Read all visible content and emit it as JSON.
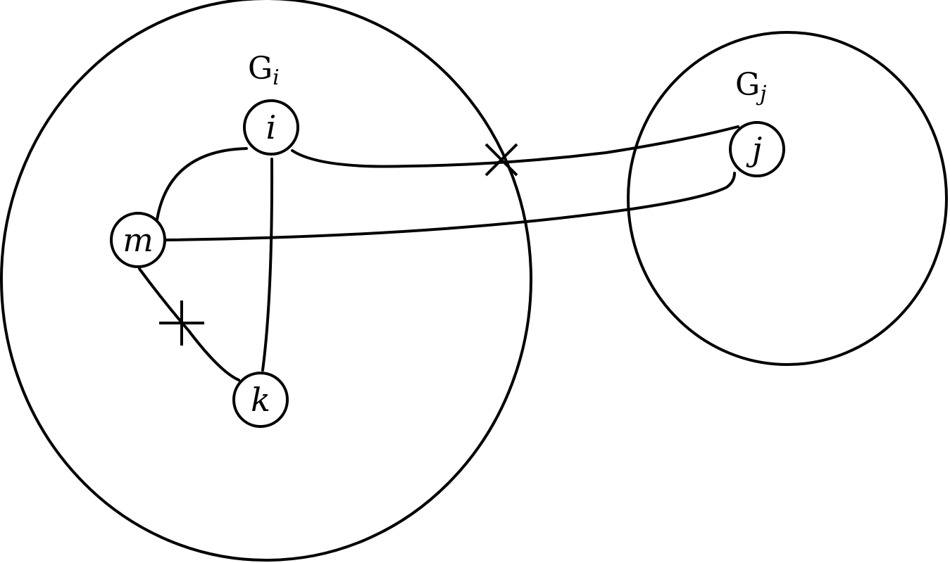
{
  "groups": {
    "gi": {
      "letter": "G",
      "subscript": "i"
    },
    "gj": {
      "letter": "G",
      "subscript": "j"
    }
  },
  "nodes": {
    "i": "i",
    "j": "j",
    "m": "m",
    "k": "k"
  }
}
